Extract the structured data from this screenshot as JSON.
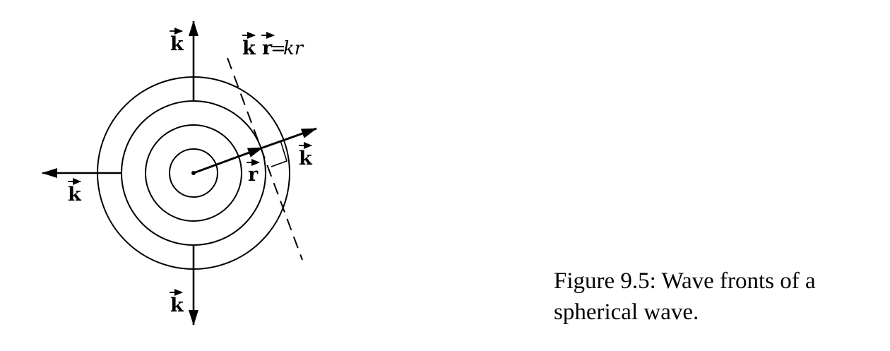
{
  "diagram": {
    "labels": {
      "k_top": "k",
      "k_left": "k",
      "k_bottom": "k",
      "k_right": "k",
      "r": "r",
      "plane_k": "k",
      "plane_r": "r",
      "plane_eq": "=",
      "plane_rhs": "kr"
    }
  },
  "caption": {
    "line1": "Figure 9.5: Wave fronts of a",
    "line2": "spherical wave."
  }
}
